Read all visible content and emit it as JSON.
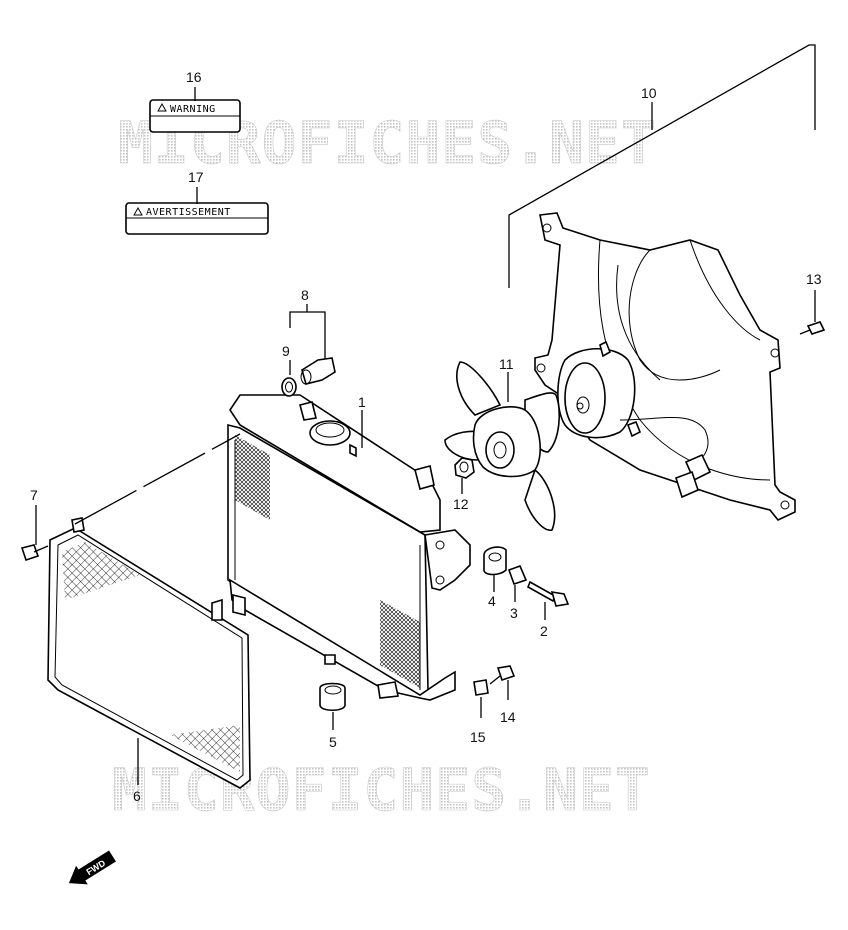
{
  "watermark": {
    "text_top": "MICROFICHES.NET",
    "text_bottom": "MICROFICHES.NET"
  },
  "labels": {
    "warning": "WARNING",
    "avertissement": "AVERTISSEMENT"
  },
  "fwd_label": "FWD",
  "callouts": {
    "c1": "1",
    "c2": "2",
    "c3": "3",
    "c4": "4",
    "c5": "5",
    "c6": "6",
    "c7": "7",
    "c8": "8",
    "c9": "9",
    "c10": "10",
    "c11": "11",
    "c12": "12",
    "c13": "13",
    "c14": "14",
    "c15": "15",
    "c16": "16",
    "c17": "17"
  },
  "colors": {
    "ink": "#000000",
    "watermark": "#c8c8c8",
    "background": "#ffffff"
  }
}
